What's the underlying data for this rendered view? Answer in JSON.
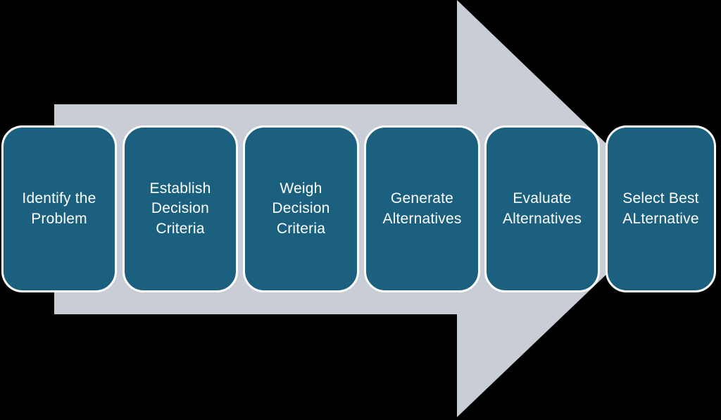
{
  "colors": {
    "background": "#000000",
    "arrow": "#c9cdd5",
    "box_fill": "#1b617f",
    "box_border": "#ffffff",
    "text": "#ffffff"
  },
  "diagram": {
    "steps": [
      {
        "lines": [
          "Identify the",
          "Problem"
        ]
      },
      {
        "lines": [
          "Establish",
          "Decision",
          "Criteria"
        ]
      },
      {
        "lines": [
          "Weigh",
          "Decision",
          "Criteria"
        ]
      },
      {
        "lines": [
          "Generate",
          "Alternatives"
        ]
      },
      {
        "lines": [
          "Evaluate",
          "Alternatives"
        ]
      },
      {
        "lines": [
          "Select Best",
          "ALternative"
        ]
      }
    ]
  }
}
